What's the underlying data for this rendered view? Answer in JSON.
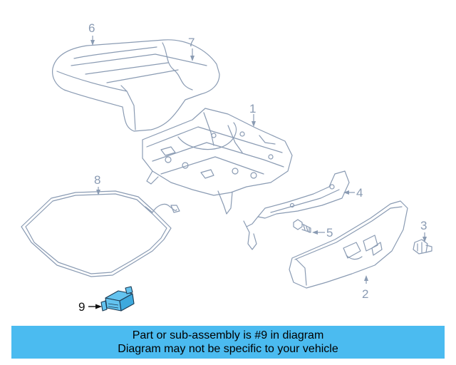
{
  "callouts": {
    "c1": "1",
    "c2": "2",
    "c3": "3",
    "c4": "4",
    "c5": "5",
    "c6": "6",
    "c7": "7",
    "c8": "8",
    "c9": "9"
  },
  "banner": {
    "line1": "Part or sub-assembly is #9 in diagram",
    "line2": "Diagram may not be specific to your vehicle"
  },
  "colors": {
    "highlight_part": "#63c3ef",
    "banner_bg": "#4bbbf0",
    "line_art": "#8a9bb3"
  }
}
